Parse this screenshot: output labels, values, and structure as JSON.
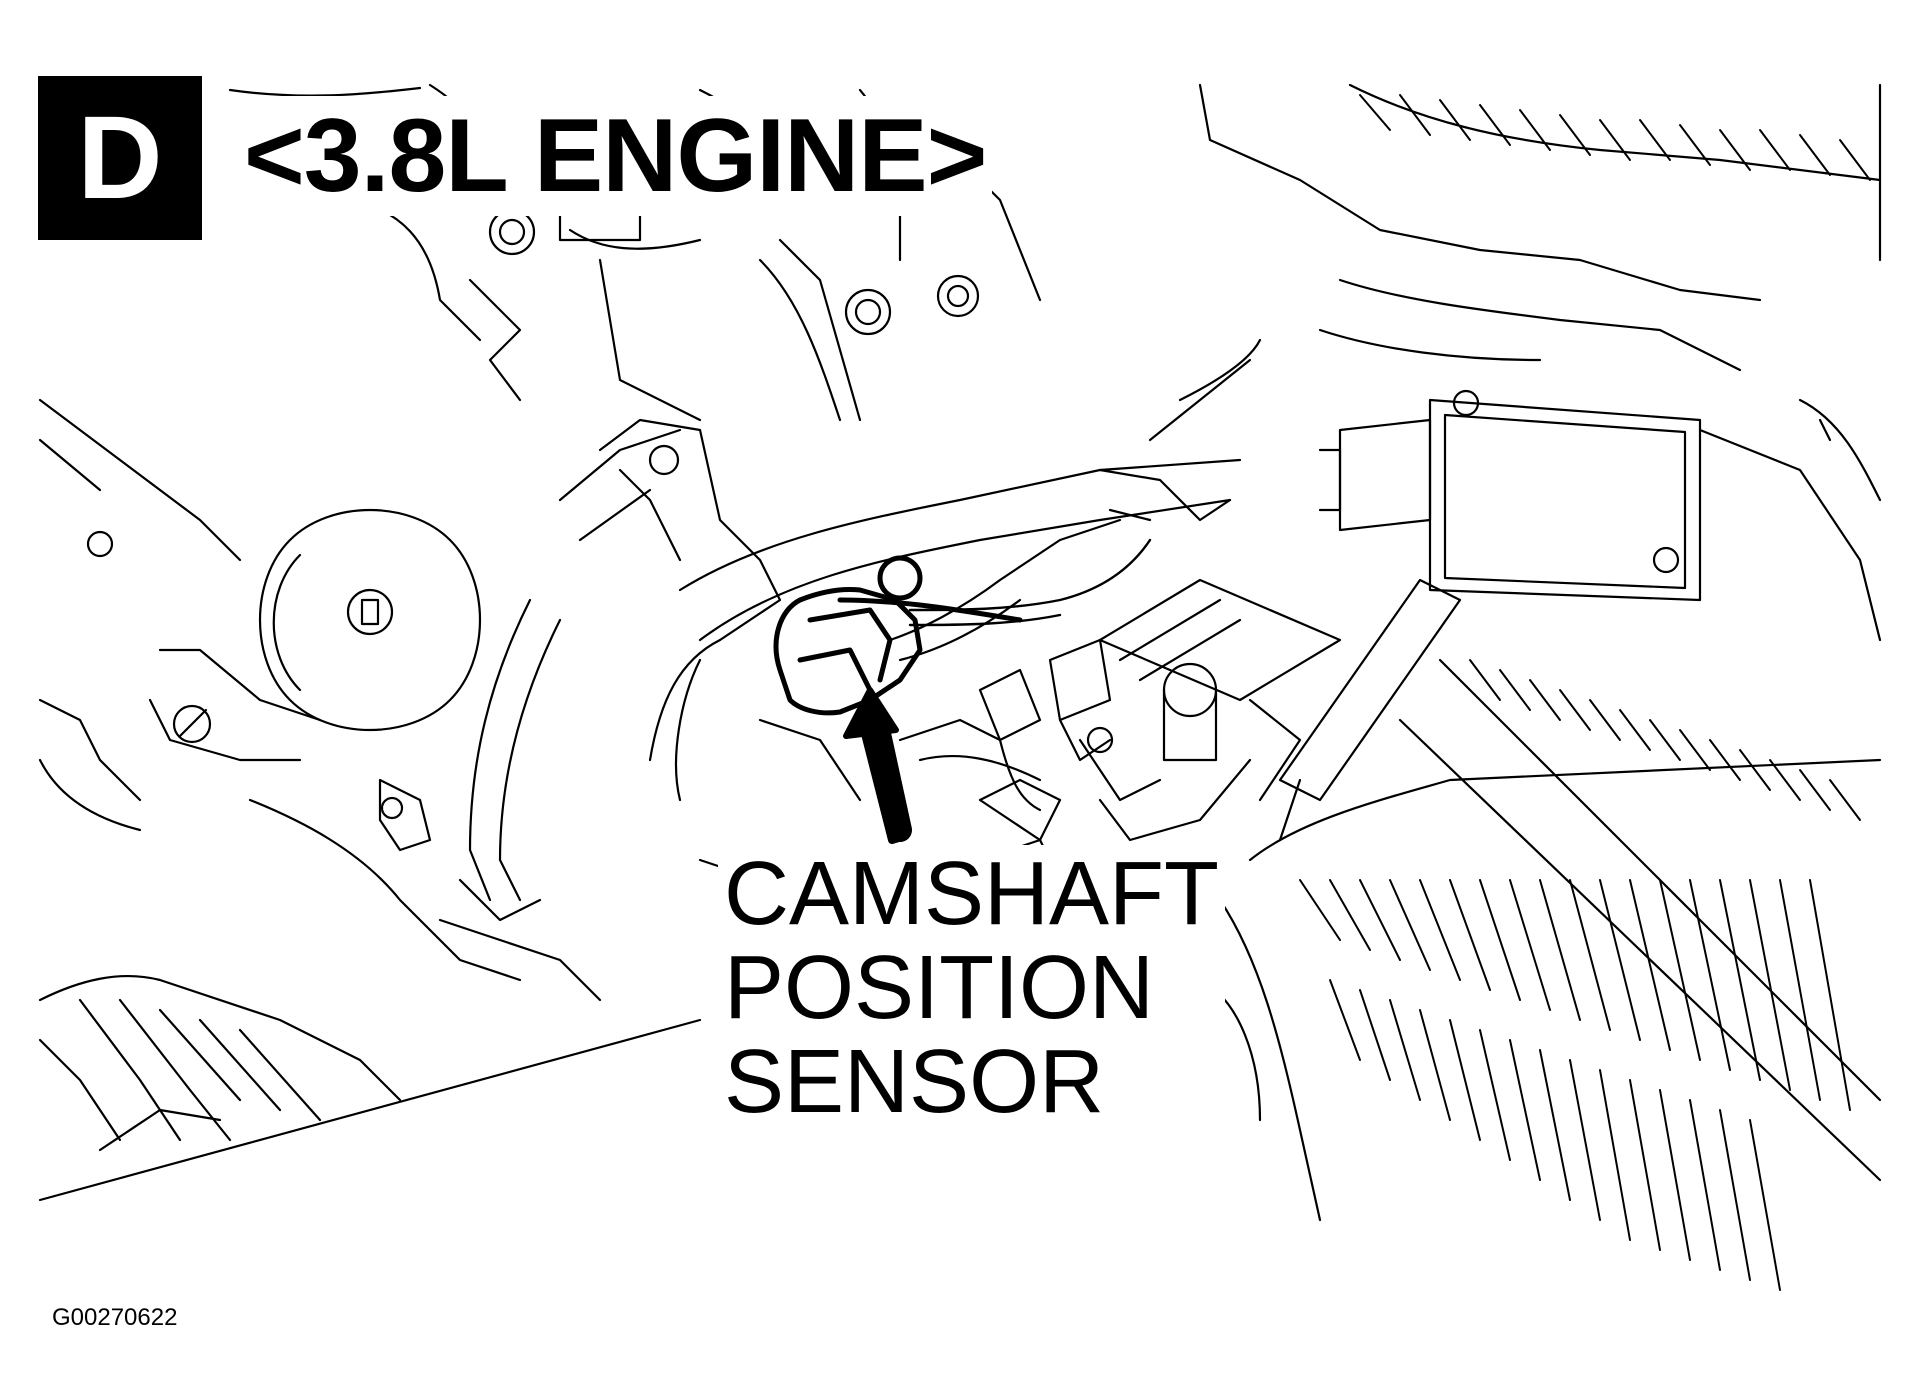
{
  "figure": {
    "badge_letter": "D",
    "engine_title": "<3.8L ENGINE>",
    "callout": {
      "lines": [
        "CAMSHAFT",
        "POSITION",
        "SENSOR"
      ]
    },
    "figure_id": "G00270622"
  },
  "colors": {
    "ink": "#000000",
    "paper": "#ffffff"
  }
}
